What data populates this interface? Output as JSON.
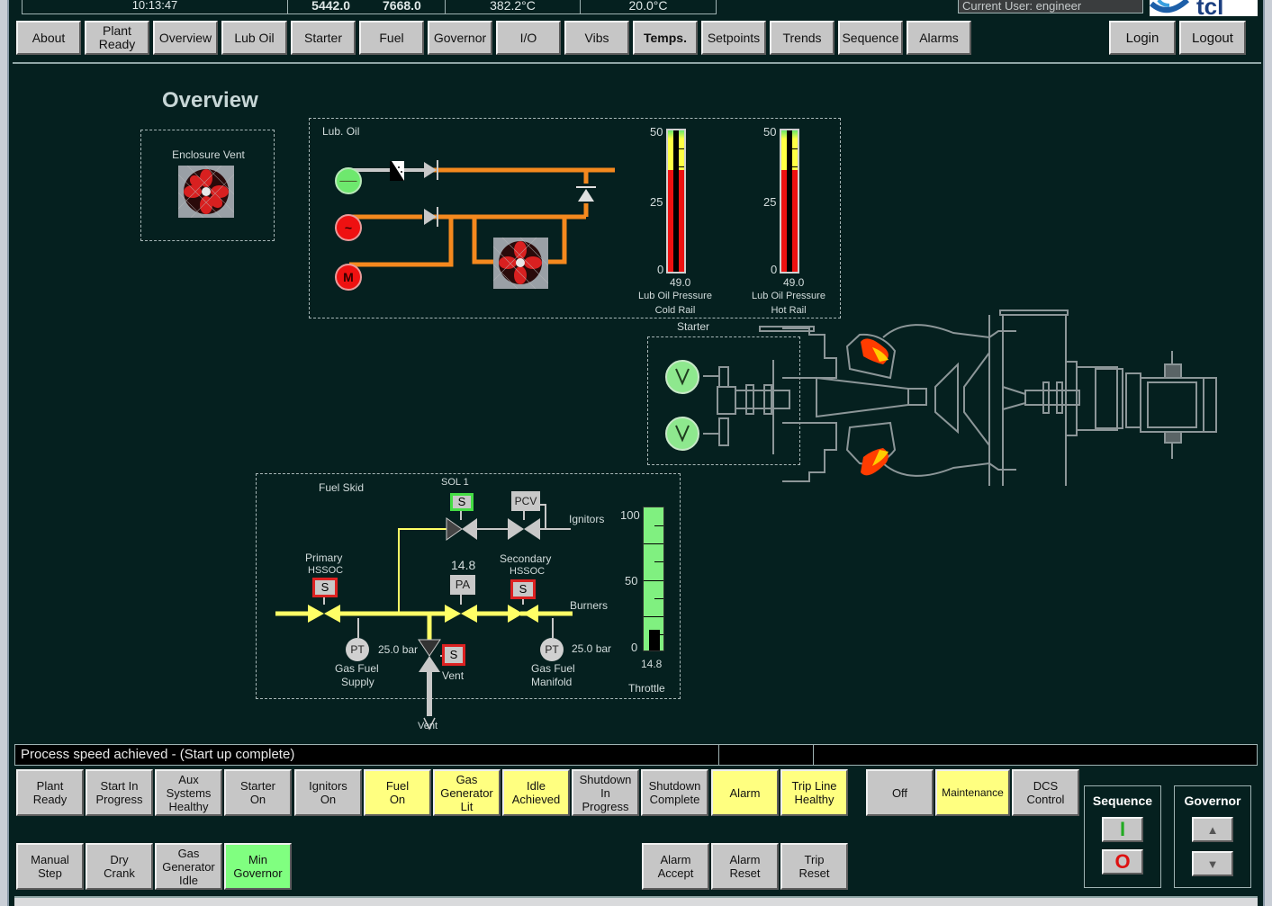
{
  "header": {
    "time": "10:13:47",
    "speed_1": "5442.0",
    "speed_2": "7668.0",
    "temp_1": "382.2°C",
    "temp_2": "20.0°C",
    "current_user": "Current User: engineer",
    "logo_text": "tcl"
  },
  "nav": {
    "buttons": [
      "About",
      "Plant\nReady",
      "Overview",
      "Lub Oil",
      "Starter",
      "Fuel",
      "Governor",
      "I/O",
      "Vibs",
      "Temps.",
      "Setpoints",
      "Trends",
      "Sequence",
      "Alarms"
    ],
    "login": "Login",
    "logout": "Logout"
  },
  "main": {
    "title": "Overview",
    "enclosure_vent": {
      "label": "Enclosure Vent",
      "icon": "fan-icon"
    },
    "lub_oil": {
      "label": "Lub. Oil",
      "pumps": [
        {
          "icon": "dc-pump-icon",
          "state": "running",
          "color": "#6ee86e"
        },
        {
          "icon": "ac-pump-icon",
          "state": "stopped",
          "color": "#ee1111"
        },
        {
          "icon": "motor-pump-icon",
          "state": "stopped",
          "color": "#ee1111"
        }
      ],
      "gauges": [
        {
          "title_line1": "Lub Oil Pressure",
          "title_line2": "Cold Rail",
          "value": "49.0",
          "scale_max": "50",
          "scale_mid": "25",
          "scale_min": "0"
        },
        {
          "title_line1": "Lub Oil Pressure",
          "title_line2": "Hot Rail",
          "value": "49.0",
          "scale_max": "50",
          "scale_mid": "25",
          "scale_min": "0"
        }
      ]
    },
    "starter": {
      "label": "Starter"
    },
    "fuel_skid": {
      "label": "Fuel Skid",
      "sol1_label": "SOL 1",
      "sol_symbol": "S",
      "pcv_label": "PCV",
      "pa_label": "PA",
      "pt_label": "PT",
      "pa_value": "14.8",
      "ignitors_label": "Ignitors",
      "burners_label": "Burners",
      "primary_label_1": "Primary",
      "primary_label_2": "HSSOC",
      "secondary_label_1": "Secondary",
      "secondary_label_2": "HSSOC",
      "supply_pressure": "25.0 bar",
      "supply_label_1": "Gas Fuel",
      "supply_label_2": "Supply",
      "manifold_pressure": "25.0 bar",
      "manifold_label_1": "Gas Fuel",
      "manifold_label_2": "Manifold",
      "vent_valve_label": "Vent",
      "vent_outlet_label": "Vent",
      "throttle": {
        "label": "Throttle",
        "value": "14.8",
        "percent": 14.8,
        "scale_max": "100",
        "scale_mid": "50",
        "scale_min": "0"
      }
    }
  },
  "status": {
    "message": "Process speed achieved - (Start up complete)",
    "segment_2": "",
    "segment_3": ""
  },
  "sequence_states": [
    {
      "label": "Plant\nReady",
      "state": "off"
    },
    {
      "label": "Start In\nProgress",
      "state": "off"
    },
    {
      "label": "Aux\nSystems\nHealthy",
      "state": "off"
    },
    {
      "label": "Starter\nOn",
      "state": "off"
    },
    {
      "label": "Ignitors\nOn",
      "state": "off"
    },
    {
      "label": "Fuel\nOn",
      "state": "active"
    },
    {
      "label": "Gas\nGenerator\nLit",
      "state": "active"
    },
    {
      "label": "Idle\nAchieved",
      "state": "active"
    },
    {
      "label": "Shutdown\nIn\nProgress",
      "state": "off"
    },
    {
      "label": "Shutdown\nComplete",
      "state": "off"
    },
    {
      "label": "Alarm",
      "state": "active"
    },
    {
      "label": "Trip Line\nHealthy",
      "state": "active"
    }
  ],
  "mode_buttons": [
    {
      "label": "Off",
      "state": "off"
    },
    {
      "label": "Maintenance",
      "state": "active"
    },
    {
      "label": "DCS\nControl",
      "state": "off"
    }
  ],
  "lower_buttons": [
    {
      "label": "Manual\nStep",
      "state": "off"
    },
    {
      "label": "Dry\nCrank",
      "state": "off"
    },
    {
      "label": "Gas\nGenerator\nIdle",
      "state": "off"
    },
    {
      "label": "Min\nGovernor",
      "state": "on"
    }
  ],
  "alarm_buttons": [
    {
      "label": "Alarm\nAccept"
    },
    {
      "label": "Alarm\nReset"
    },
    {
      "label": "Trip\nReset"
    }
  ],
  "sequence_panel": {
    "title": "Sequence",
    "start_symbol": "I",
    "stop_symbol": "O"
  },
  "governor_panel": {
    "title": "Governor",
    "raise_symbol": "▲",
    "lower_symbol": "▼"
  },
  "colors": {
    "background": "#05201f",
    "oil_pipe": "#f5891e",
    "fuel_pipe": "#ffff66",
    "active_yellow": "#ffff80",
    "active_green": "#80ff80",
    "alarm_red": "#ee1111"
  }
}
